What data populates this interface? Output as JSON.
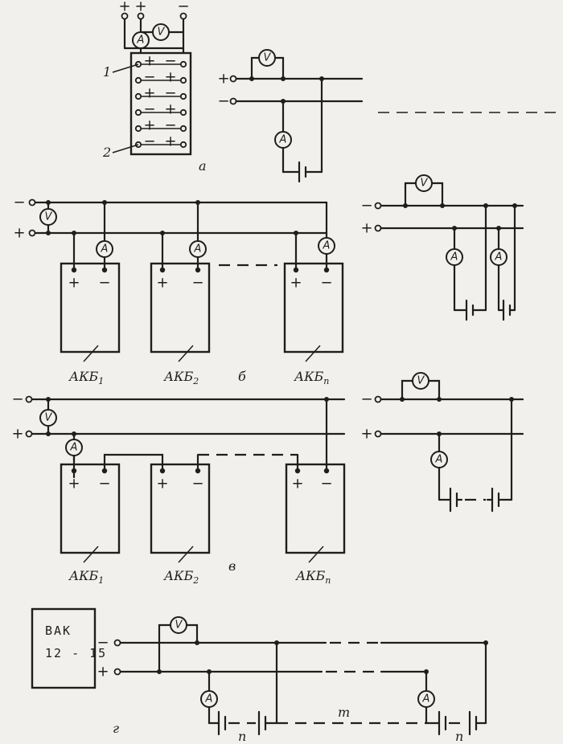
{
  "figure_labels": {
    "a": "а",
    "b": "б",
    "v": "в",
    "g": "г"
  },
  "callouts": {
    "one": "1",
    "two": "2"
  },
  "polarity": {
    "plus": "+",
    "minus": "−"
  },
  "meters": {
    "voltmeter": "V",
    "ammeter": "A"
  },
  "battery_prefix": "АКБ",
  "battery_subs": {
    "first": "1",
    "second": "2",
    "last": "n"
  },
  "charger": {
    "line1": "ВАК",
    "line2": "12 - 15"
  },
  "group_counts": {
    "cells": "n",
    "groups": "m"
  }
}
